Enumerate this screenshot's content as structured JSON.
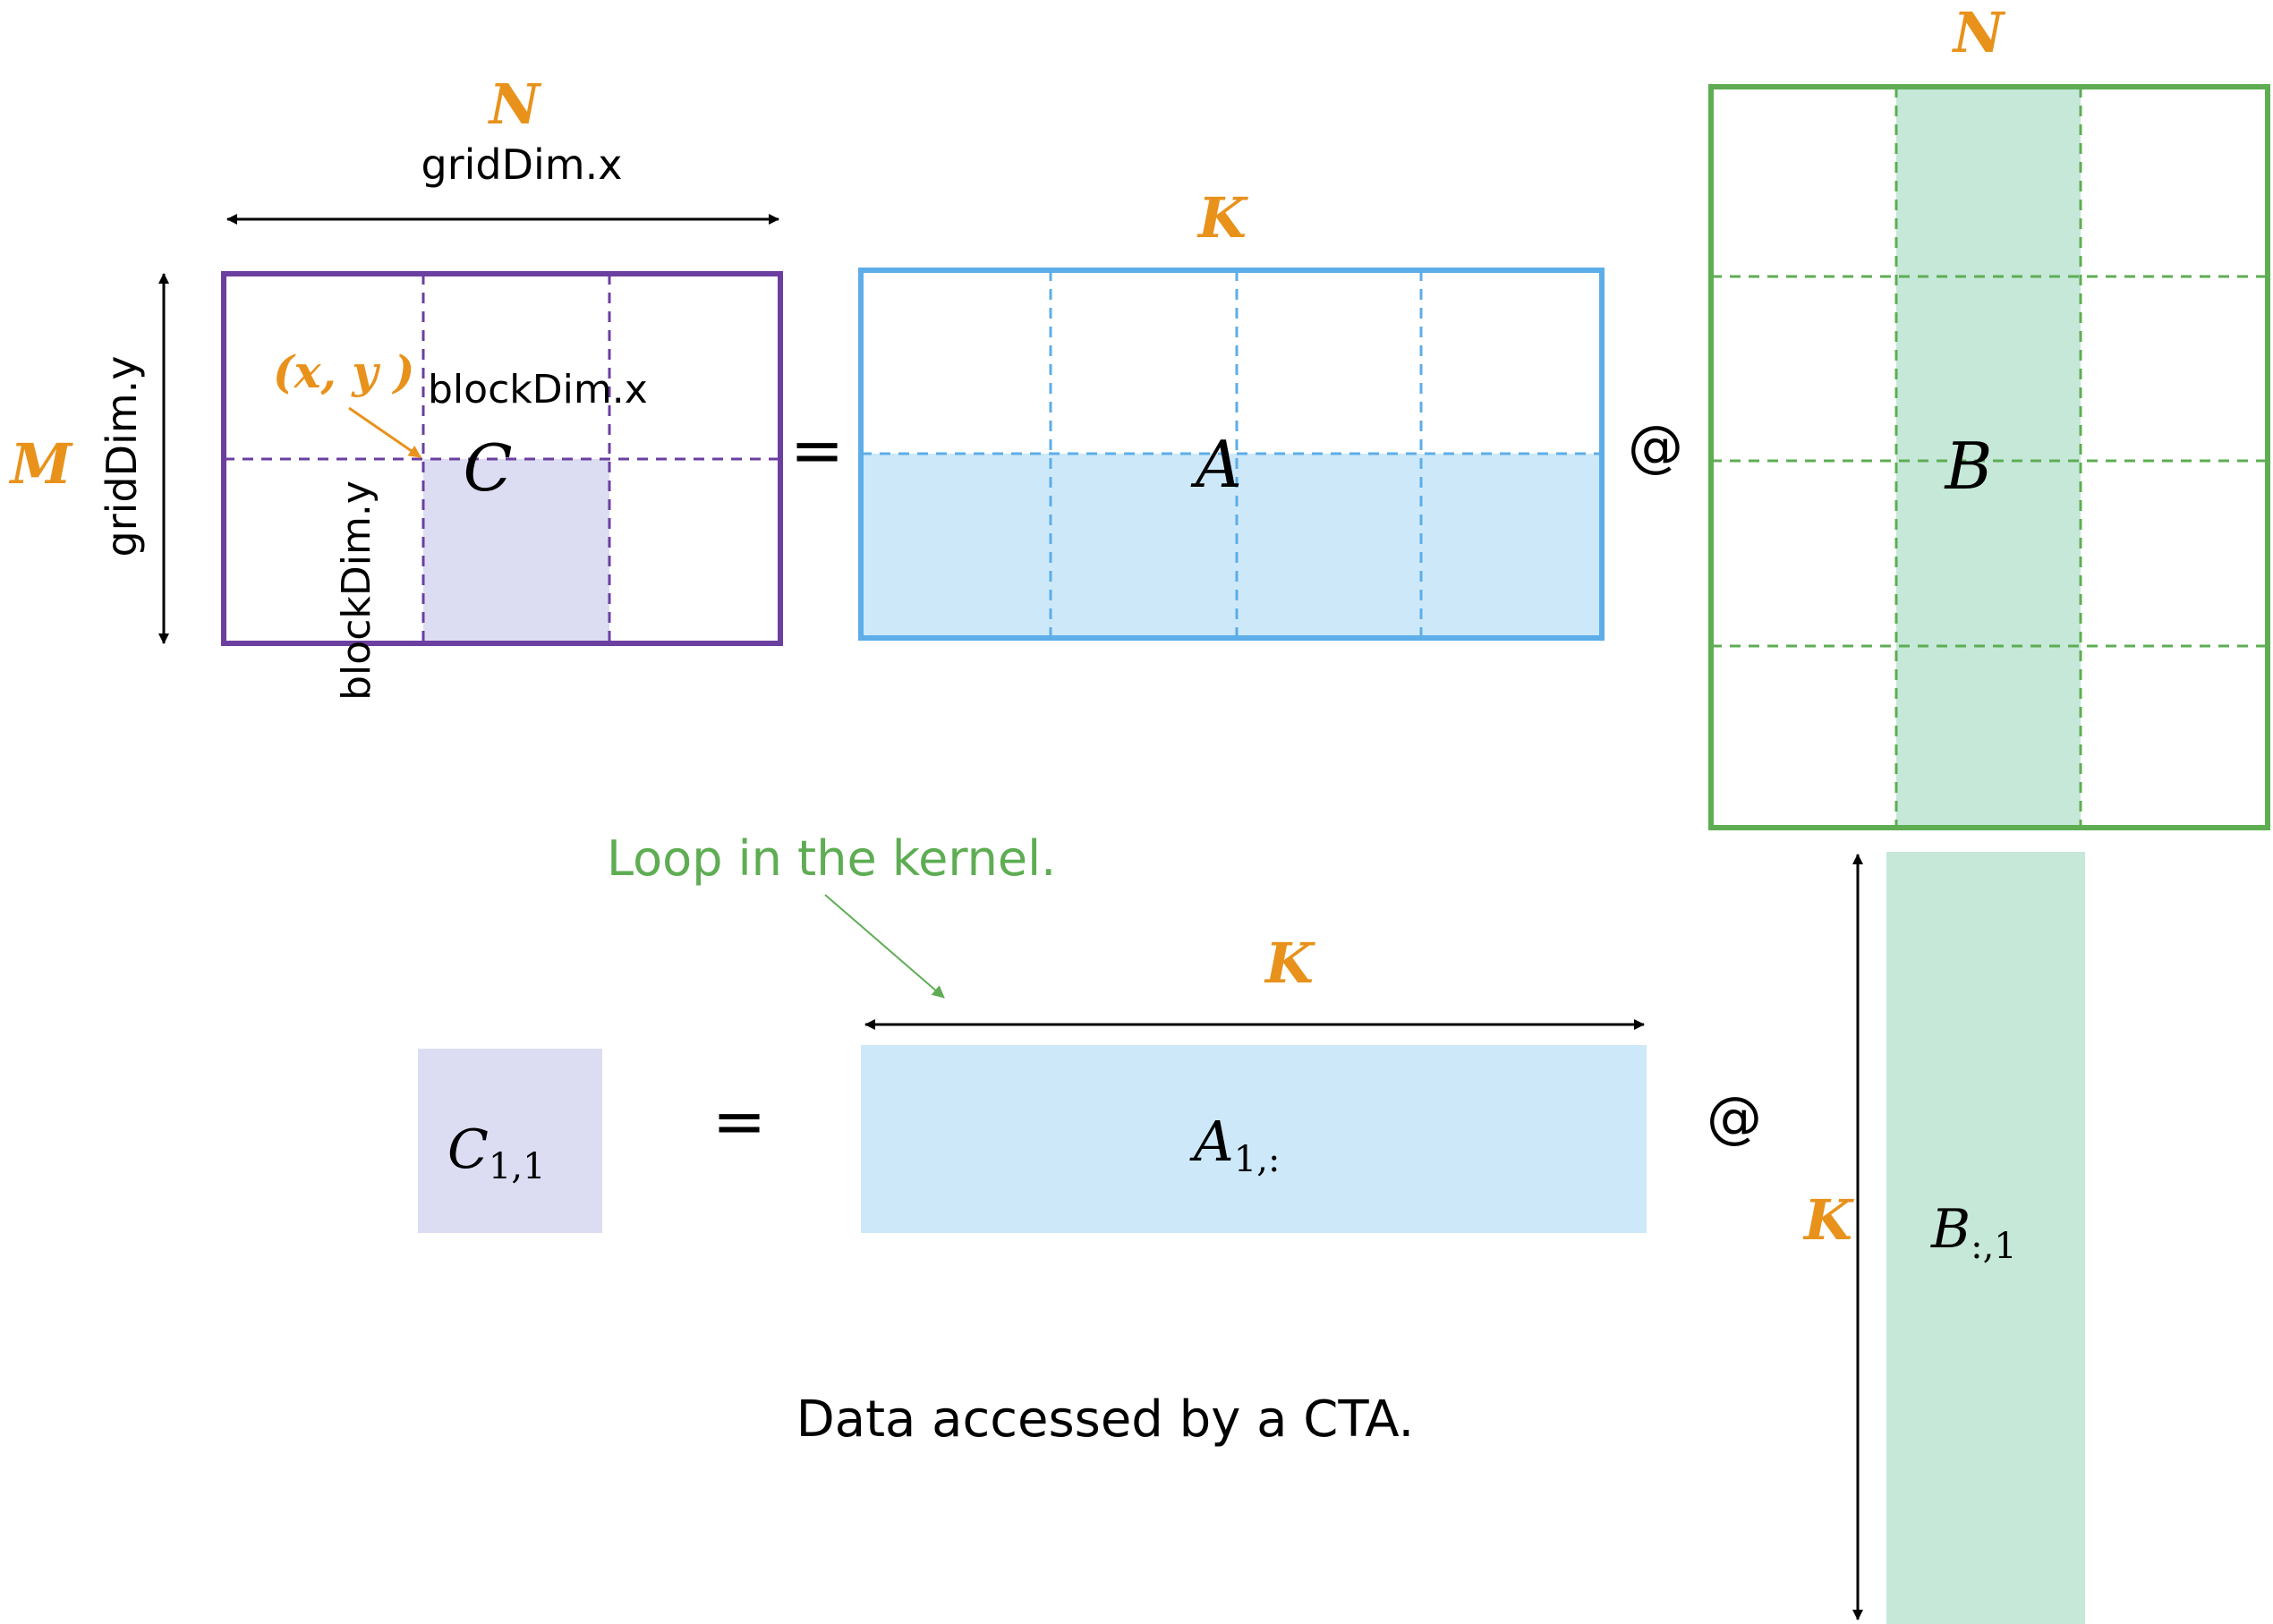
{
  "colors": {
    "orange": "#E8921C",
    "purple": "#6B3FA0",
    "purple_fill": "#DCDDF2",
    "blue": "#5DADE8",
    "blue_fill": "#CDE9F9",
    "green": "#5EAD53",
    "green_fill": "#C5E8D9",
    "note_green": "#5EAD53",
    "black": "#000000"
  },
  "top": {
    "c_label": "C",
    "a_label": "A",
    "b_label": "B",
    "equals": "=",
    "matmul": "@",
    "n_over_c": "N",
    "k_over_a": "K",
    "n_over_b": "N",
    "m_left_c": "M",
    "grid_dim_x": "gridDim.x",
    "grid_dim_y": "gridDim.y",
    "block_dim_x": "blockDim.x",
    "block_dim_y": "blockDim.y",
    "xy_label": "(x, y )"
  },
  "bottom": {
    "c_sub_label": "C",
    "c_sub_index": "1,1",
    "equals": "=",
    "a_sub_label": "A",
    "a_sub_index": "1,:",
    "matmul": "@",
    "b_sub_label": "B",
    "b_sub_index": ":,1",
    "k_over_a": "K",
    "k_left_b": "K",
    "loop_note": "Loop in the kernel.",
    "caption": "Data accessed by a CTA."
  }
}
